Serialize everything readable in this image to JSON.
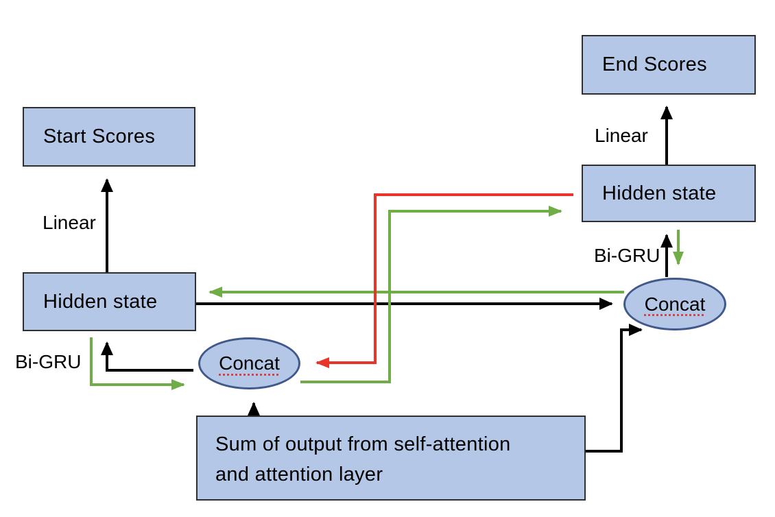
{
  "nodes": {
    "start_scores": "Start Scores",
    "end_scores": "End Scores",
    "hidden_state_left": "Hidden state",
    "hidden_state_right": "Hidden state",
    "concat_left": "Concat",
    "concat_right": "Concat",
    "sum_line1": "Sum of output from self-attention",
    "sum_line2": "and attention layer"
  },
  "edge_labels": {
    "linear_left": "Linear",
    "linear_right": "Linear",
    "bigru_left": "Bi-GRU",
    "bigru_right": "Bi-GRU"
  },
  "colors": {
    "node_fill": "#b4c7e7",
    "black_arrow": "#000000",
    "green_arrow": "#70ad47",
    "red_arrow": "#e8352a"
  }
}
